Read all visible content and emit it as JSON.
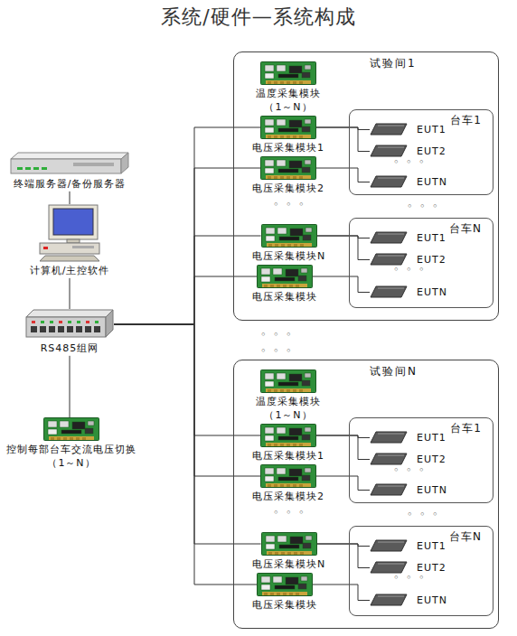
{
  "diagram": {
    "title": "系统/硬件—系统构成",
    "nodes": [
      {
        "text": [
          "终端服务器/备份服务器"
        ]
      },
      {
        "text": [
          "计算机/主控软件"
        ]
      },
      {
        "text": [
          "RS485组网"
        ]
      },
      {
        "text": [
          "控制每部台车交流电压切换 （1～N）"
        ]
      },
      {
        "text": [
          "试验间1"
        ]
      },
      {
        "text": [
          "温度采集模块 （1～N）"
        ],
        "in": 4
      },
      {
        "text": [
          "电压采集模块1"
        ],
        "in": 4
      },
      {
        "text": [
          "电压采集模块2"
        ],
        "in": 4
      },
      {
        "text": [
          "台车1"
        ],
        "in": 4
      },
      {
        "text": [
          "EUT1"
        ],
        "in": 8
      },
      {
        "text": [
          "EUT2"
        ],
        "in": 8
      },
      {
        "text": [
          "EUTN"
        ],
        "in": 8
      },
      {
        "text": [
          "电压采集模块N"
        ],
        "in": 4
      },
      {
        "text": [
          "电压采集模块"
        ],
        "in": 4
      },
      {
        "text": [
          "台车N"
        ],
        "in": 4
      },
      {
        "text": [
          "EUT1"
        ],
        "in": 14
      },
      {
        "text": [
          "EUT2"
        ],
        "in": 14
      },
      {
        "text": [
          "EUTN"
        ],
        "in": 14
      },
      {
        "text": [
          "试验间N"
        ]
      },
      {
        "text": [
          "温度采集模块 （1～N）"
        ],
        "in": 18
      },
      {
        "text": [
          "电压采集模块1"
        ],
        "in": 18
      },
      {
        "text": [
          "电压采集模块2"
        ],
        "in": 18
      },
      {
        "text": [
          "台车1"
        ],
        "in": 18
      },
      {
        "text": [
          "EUT1"
        ],
        "in": 22
      },
      {
        "text": [
          "EUT2"
        ],
        "in": 22
      },
      {
        "text": [
          "EUTN"
        ],
        "in": 22
      },
      {
        "text": [
          "电压采集模块N"
        ],
        "in": 18
      },
      {
        "text": [
          "电压采集模块"
        ],
        "in": 18
      },
      {
        "text": [
          "台车N"
        ],
        "in": 18
      },
      {
        "text": [
          "EUT1"
        ],
        "in": 28
      },
      {
        "text": [
          "EUT2"
        ],
        "in": 28
      },
      {
        "text": [
          "EUTN"
        ],
        "in": 28
      }
    ],
    "edges": [
      {
        "from": 0,
        "to": 1,
        "arrow": "none"
      },
      {
        "from": 1,
        "to": 2,
        "arrow": "none"
      },
      {
        "from": 2,
        "to": 3,
        "arrow": "none"
      },
      {
        "from": 2,
        "to": 6,
        "arrow": "none"
      },
      {
        "from": 2,
        "to": 7,
        "arrow": "none"
      },
      {
        "from": 2,
        "to": 12,
        "arrow": "none"
      },
      {
        "from": 2,
        "to": 13,
        "arrow": "none"
      },
      {
        "from": 2,
        "to": 20,
        "arrow": "none"
      },
      {
        "from": 2,
        "to": 21,
        "arrow": "none"
      },
      {
        "from": 2,
        "to": 26,
        "arrow": "none"
      },
      {
        "from": 2,
        "to": 27,
        "arrow": "none"
      },
      {
        "from": 6,
        "to": 9,
        "arrow": "none"
      },
      {
        "from": 6,
        "to": 10,
        "arrow": "none"
      },
      {
        "from": 7,
        "to": 11,
        "arrow": "none"
      },
      {
        "from": 12,
        "to": 15,
        "arrow": "none"
      },
      {
        "from": 12,
        "to": 16,
        "arrow": "none"
      },
      {
        "from": 13,
        "to": 17,
        "arrow": "none"
      },
      {
        "from": 20,
        "to": 23,
        "arrow": "none"
      },
      {
        "from": 20,
        "to": 24,
        "arrow": "none"
      },
      {
        "from": 21,
        "to": 25,
        "arrow": "none"
      },
      {
        "from": 26,
        "to": 29,
        "arrow": "none"
      },
      {
        "from": 26,
        "to": 30,
        "arrow": "none"
      },
      {
        "from": 27,
        "to": 31,
        "arrow": "none"
      }
    ],
    "labels": [
      "◦ ◦ ◦",
      "◦ ◦ ◦",
      "◦ ◦ ◦",
      "◦ ◦ ◦",
      "◦ ◦ ◦",
      "◦ ◦ ◦",
      "◦ ◦ ◦",
      "◦ ◦ ◦",
      "◦ ◦ ◦",
      "◦ ◦ ◦"
    ]
  }
}
